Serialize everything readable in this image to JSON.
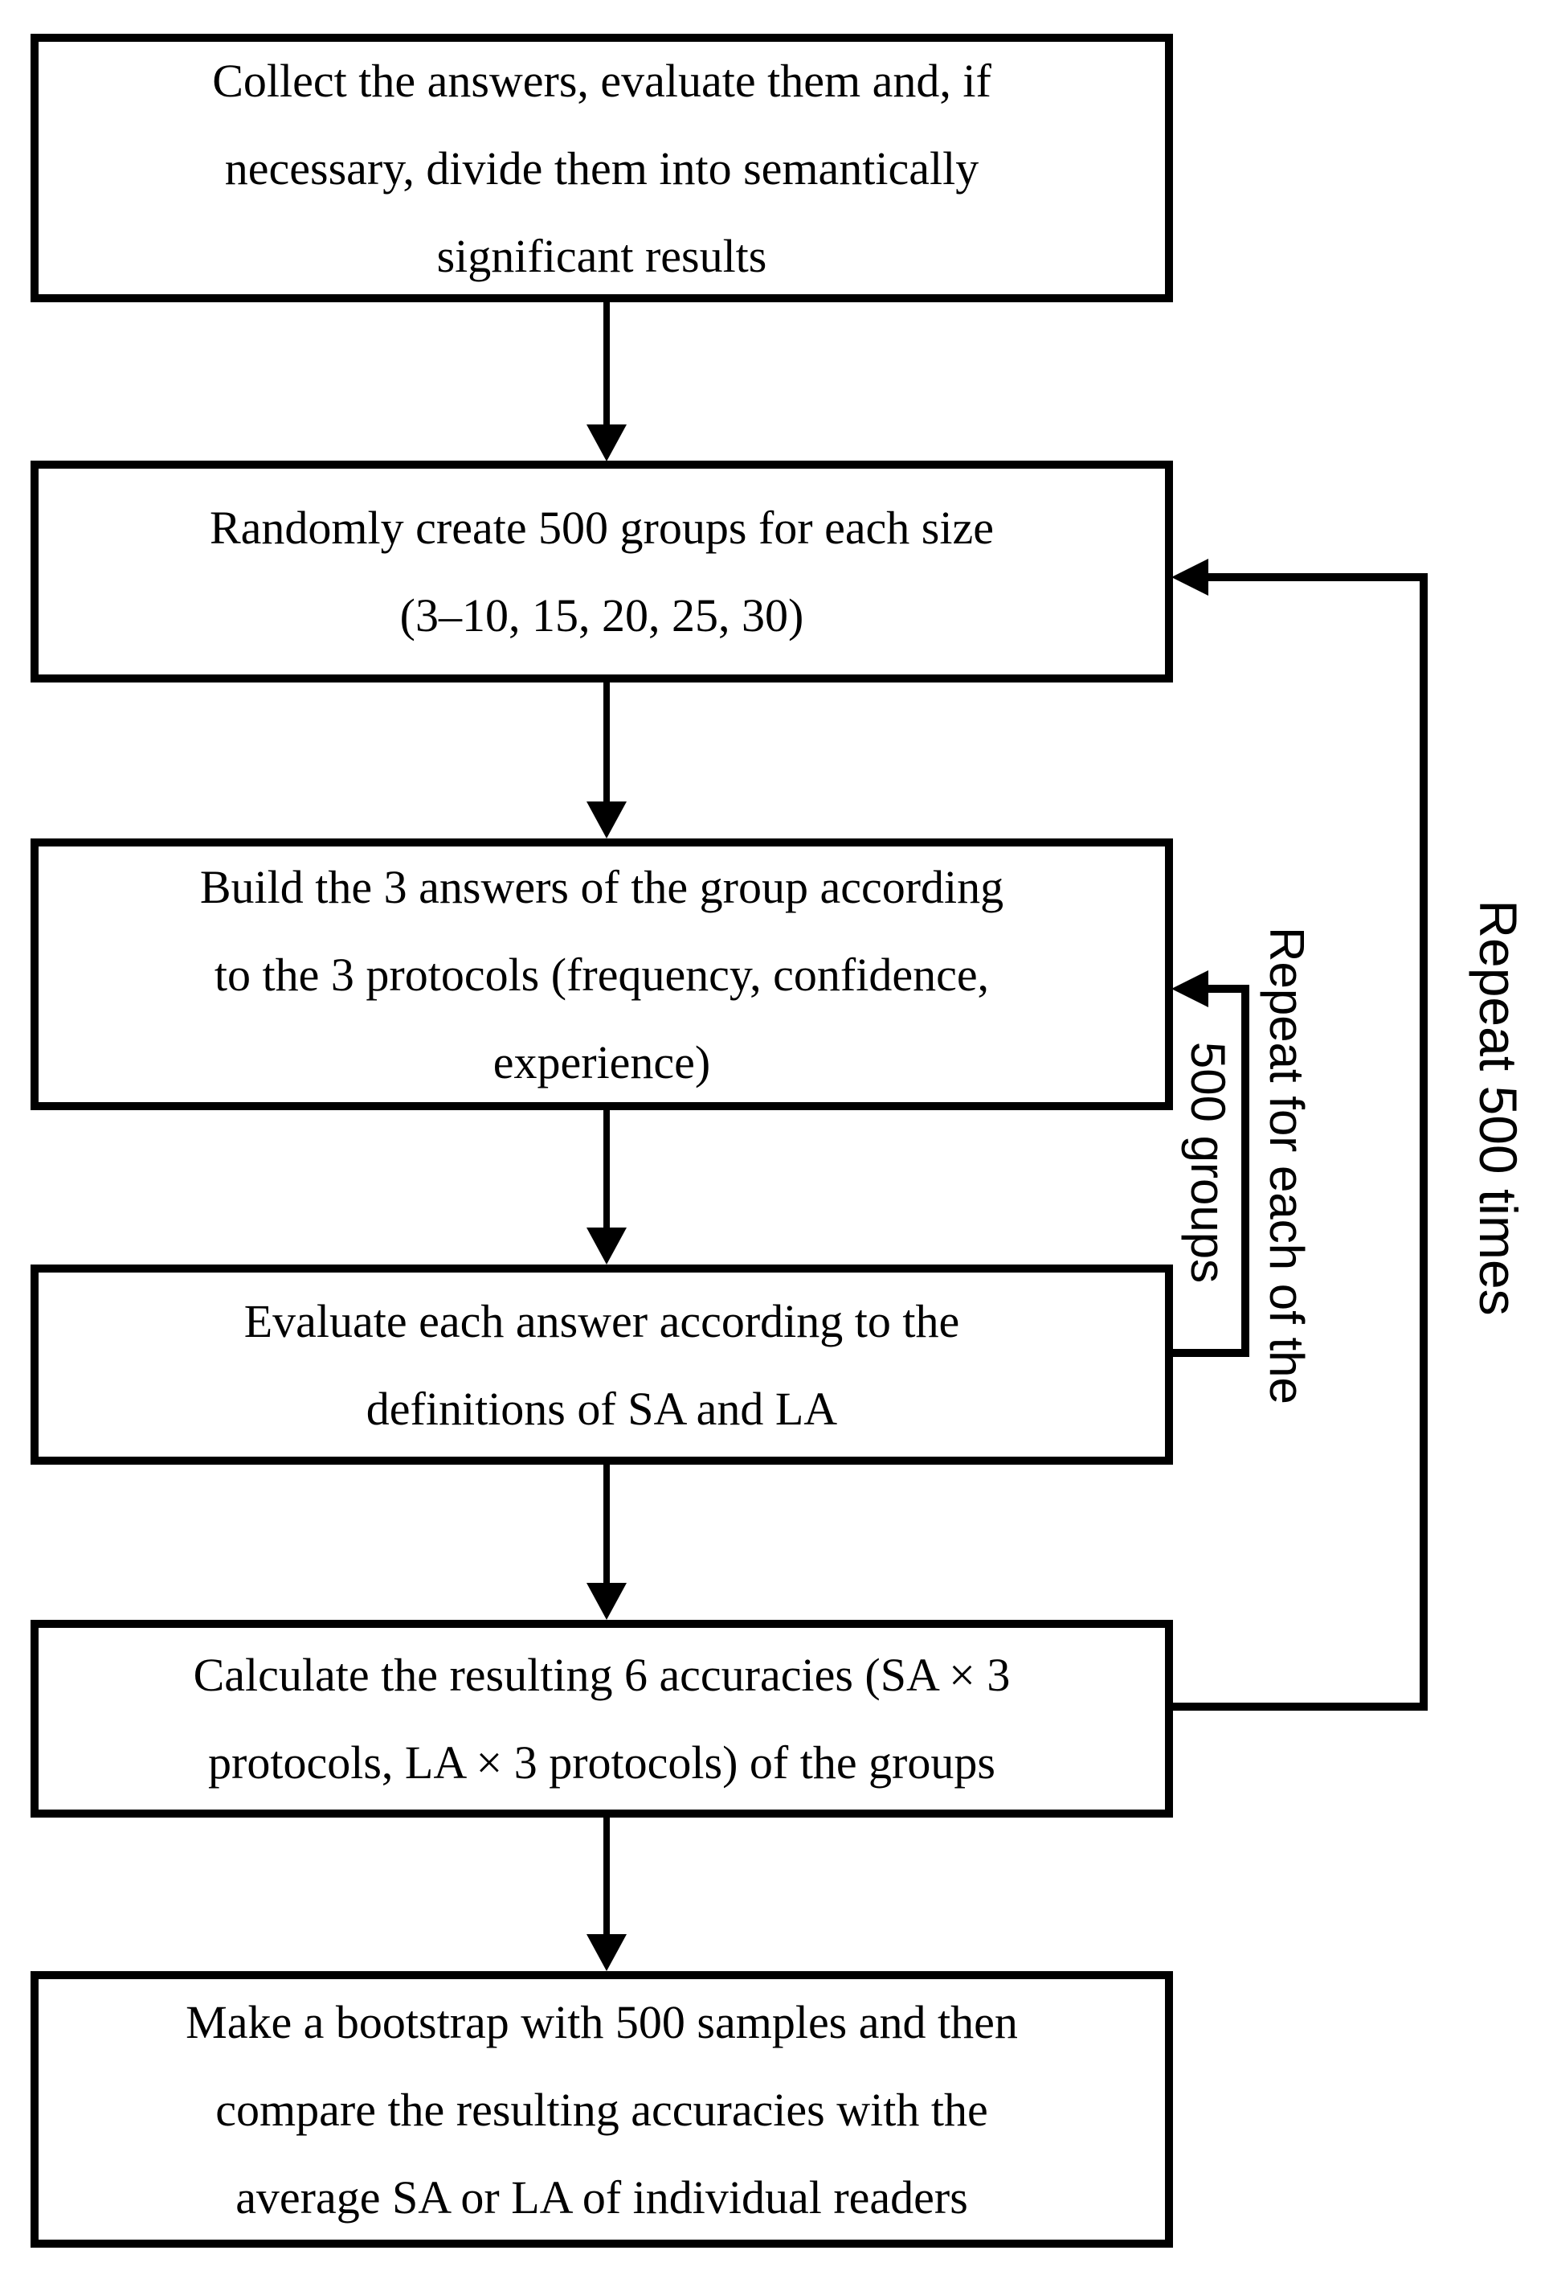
{
  "diagram": {
    "type": "flowchart",
    "background_color": "#ffffff",
    "line_color": "#000000",
    "boxes": [
      {
        "name": "collect-answers",
        "lines": [
          "Collect the answers, evaluate them and, if",
          "necessary, divide them into semantically",
          "significant results"
        ]
      },
      {
        "name": "create-groups",
        "lines": [
          "Randomly create 500 groups for each size",
          "(3–10, 15, 20, 25, 30)"
        ]
      },
      {
        "name": "build-answers",
        "lines": [
          "Build the 3 answers of the group according",
          "to the 3 protocols (frequency, confidence,",
          "experience)"
        ]
      },
      {
        "name": "evaluate-answers",
        "lines": [
          "Evaluate each answer according to the",
          "definitions of SA and LA"
        ]
      },
      {
        "name": "calculate-accuracies",
        "lines": [
          "Calculate the resulting 6 accuracies (SA × 3",
          "protocols, LA × 3 protocols) of the groups"
        ]
      },
      {
        "name": "bootstrap-compare",
        "lines": [
          "Make a bootstrap with 500 samples and then",
          "compare the resulting accuracies with the",
          "average SA or LA of individual readers"
        ]
      }
    ],
    "loop_labels": {
      "inner_line1": "Repeat for each of the",
      "inner_line2": "500 groups",
      "outer": "Repeat 500 times"
    }
  }
}
